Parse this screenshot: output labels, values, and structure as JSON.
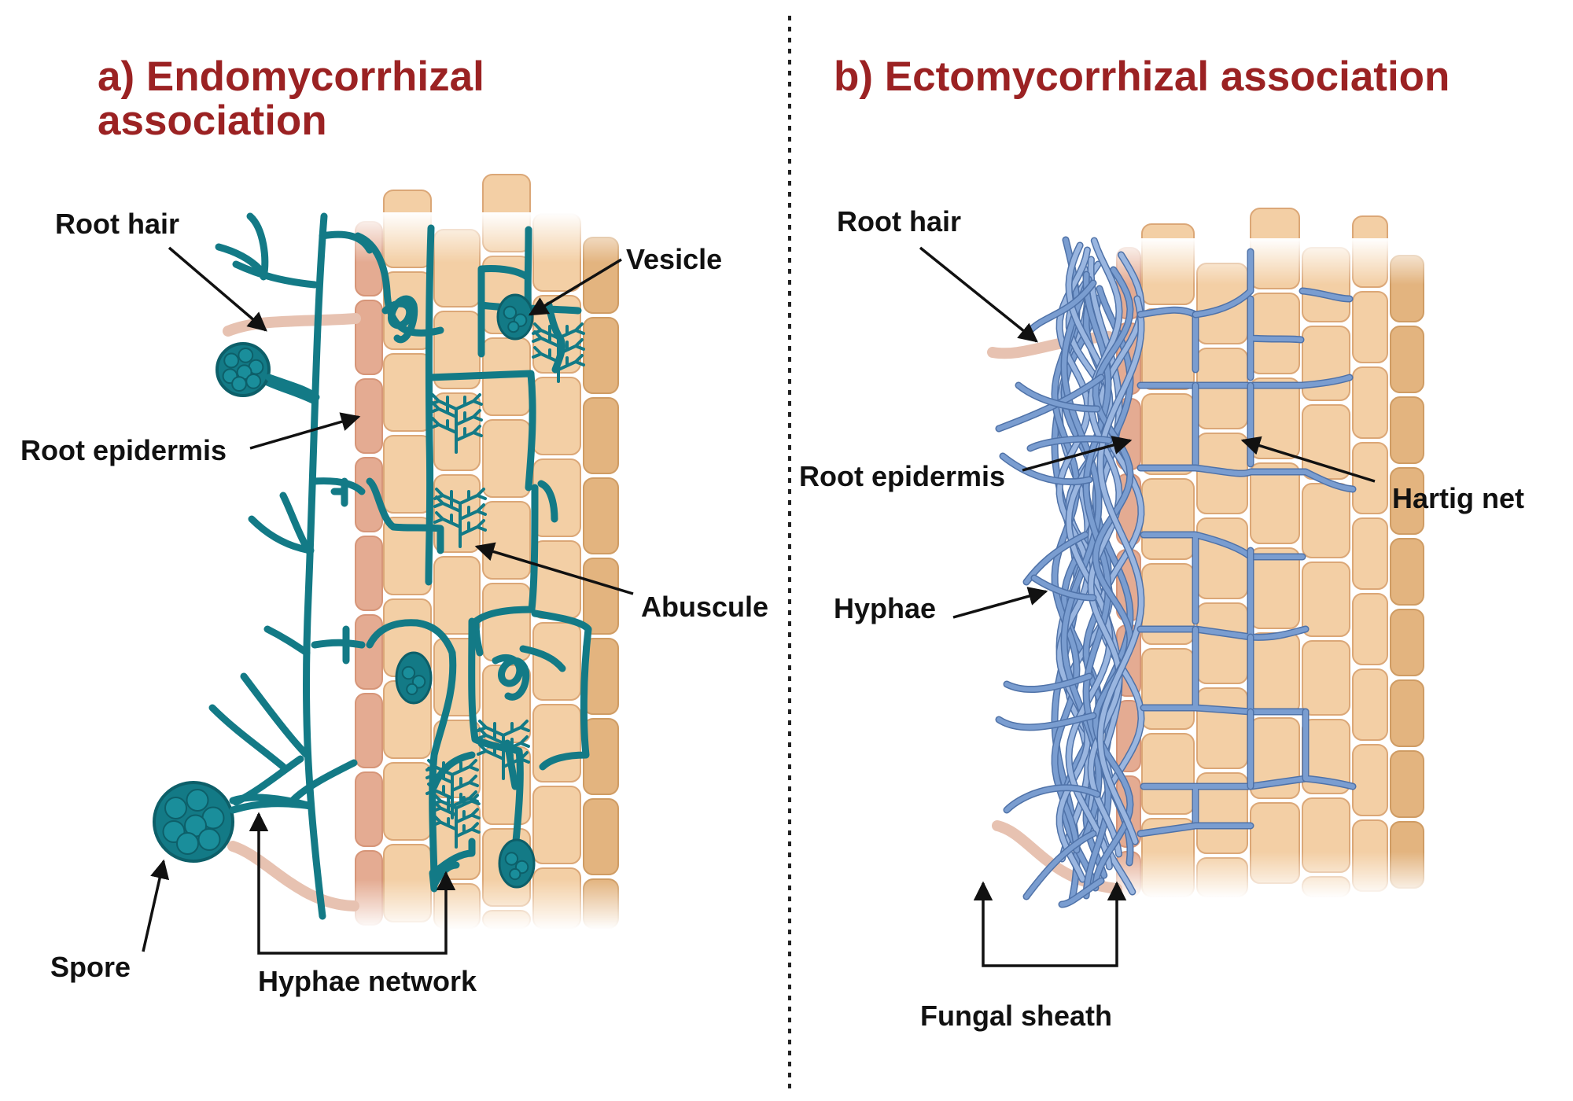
{
  "panel_a": {
    "title_line1": "a) Endomycorrhizal",
    "title_line2": "association",
    "labels": {
      "root_hair": "Root hair",
      "root_epidermis": "Root epidermis",
      "vesicle": "Vesicle",
      "arbuscule": "Abuscule",
      "spore": "Spore",
      "hyphae_network": "Hyphae network"
    }
  },
  "panel_b": {
    "title": "b) Ectomycorrhizal association",
    "labels": {
      "root_hair": "Root hair",
      "root_epidermis": "Root epidermis",
      "hartig_net": "Hartig net",
      "hyphae": "Hyphae",
      "fungal_sheath": "Fungal sheath"
    }
  },
  "colors": {
    "title": "#9b2223",
    "endo_fungus": "#137a86",
    "endo_fungus_dark": "#0d5f69",
    "ecto_fungus": "#7a9dd0",
    "ecto_fungus_dark": "#4f72a8",
    "cell_fill": "#f3cfa5",
    "cell_stroke": "#dba777",
    "epidermis": "#e4ab92",
    "outer_cells": "#e3b47f",
    "root_hair": "#e7c2b1"
  }
}
